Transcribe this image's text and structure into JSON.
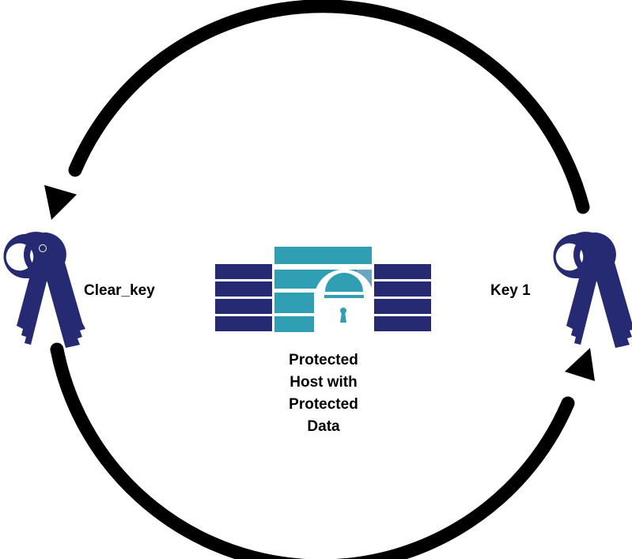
{
  "diagram": {
    "left_key": {
      "label": "Clear_key",
      "icon": "keys-icon"
    },
    "right_key": {
      "label": "Key 1",
      "icon": "keys-icon"
    },
    "center": {
      "icon": "protected-host-lock-icon",
      "label_lines": [
        "Protected",
        "Host with",
        "Protected",
        "Data"
      ]
    },
    "arrows": [
      {
        "from": "Key 1",
        "to": "Clear_key",
        "path": "top arc"
      },
      {
        "from": "Clear_key",
        "to": "Key 1",
        "path": "bottom arc"
      }
    ],
    "colors": {
      "key": "#262a73",
      "server_dark": "#262a73",
      "server_teal": "#309fb4",
      "arrow": "#000000"
    }
  }
}
